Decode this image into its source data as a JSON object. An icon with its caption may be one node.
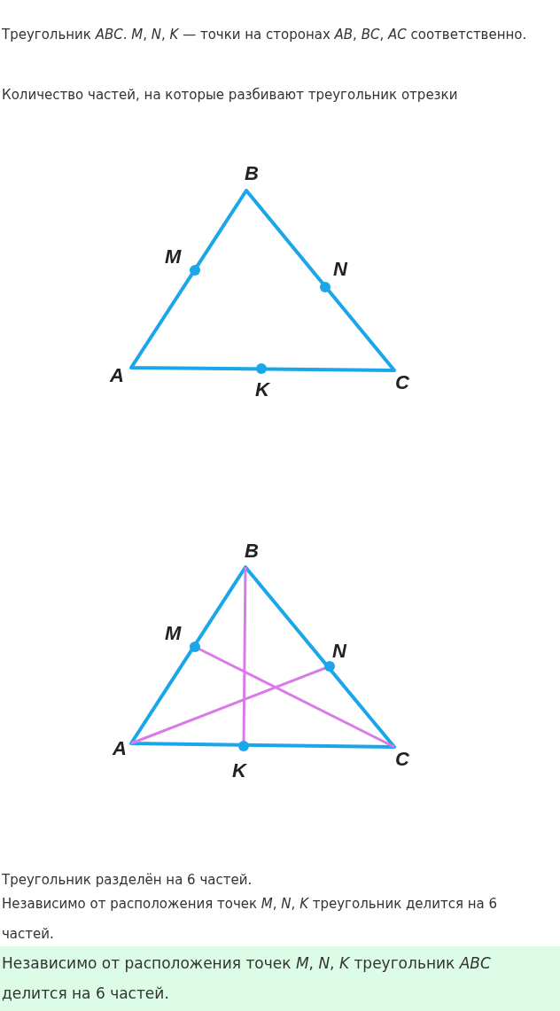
{
  "diagram": {
    "labels": [
      "Треугольник *ABC*. *M*, *N*, *K* — точки на сторонах *AB*, *BC*, *AC* соответственно.",
      "Количество частей, на которые разбивают треугольник отрезки",
      "B",
      "M",
      "N",
      "A",
      "K",
      "C",
      "B",
      "M",
      "N",
      "A",
      "C",
      "K",
      "Треугольник разделён на 6 частей.",
      "Независимо от расположения точек *M*, *N*, *K* треугольник делится на 6 частей.",
      "Независимо от расположения точек *M*, *N*, *K* треугольник *ABC* делится на 6 частей."
    ]
  }
}
